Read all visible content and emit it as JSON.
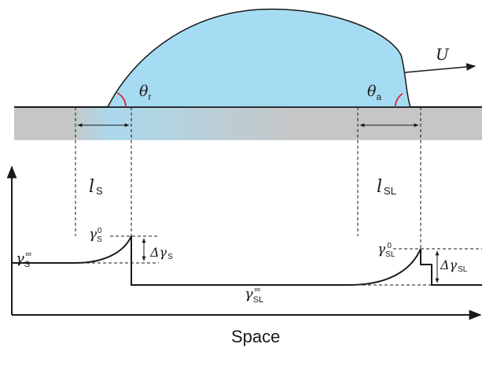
{
  "colors": {
    "droplet_fill": "#a6dcf3",
    "droplet_stroke": "#1a1a1a",
    "substrate": "#c6c6c6",
    "angle_arc": "#d8262d",
    "line": "#1a1a1a"
  },
  "labels": {
    "velocity": "U",
    "receding_angle": {
      "sym": "θ",
      "sub": "r"
    },
    "advancing_angle": {
      "sym": "θ",
      "sub": "a"
    },
    "length_s": {
      "sym": "l",
      "sub": "S"
    },
    "length_sl": {
      "sym": "l",
      "sub": "SL"
    },
    "gamma_s_inf": {
      "sym": "γ",
      "sub": "S",
      "sup": "∞"
    },
    "gamma_s_0": {
      "sym": "γ",
      "sub": "S",
      "sup": "0"
    },
    "delta_gamma_s": {
      "sym": "Δγ",
      "sub": "S"
    },
    "gamma_sl_inf": {
      "sym": "γ",
      "sub": "SL",
      "sup": "∞"
    },
    "gamma_sl_0": {
      "sym": "γ",
      "sub": "SL",
      "sup": "0"
    },
    "delta_gamma_sl": {
      "sym": "Δγ",
      "sub": "SL"
    }
  },
  "axis": {
    "x_title": "Space"
  }
}
